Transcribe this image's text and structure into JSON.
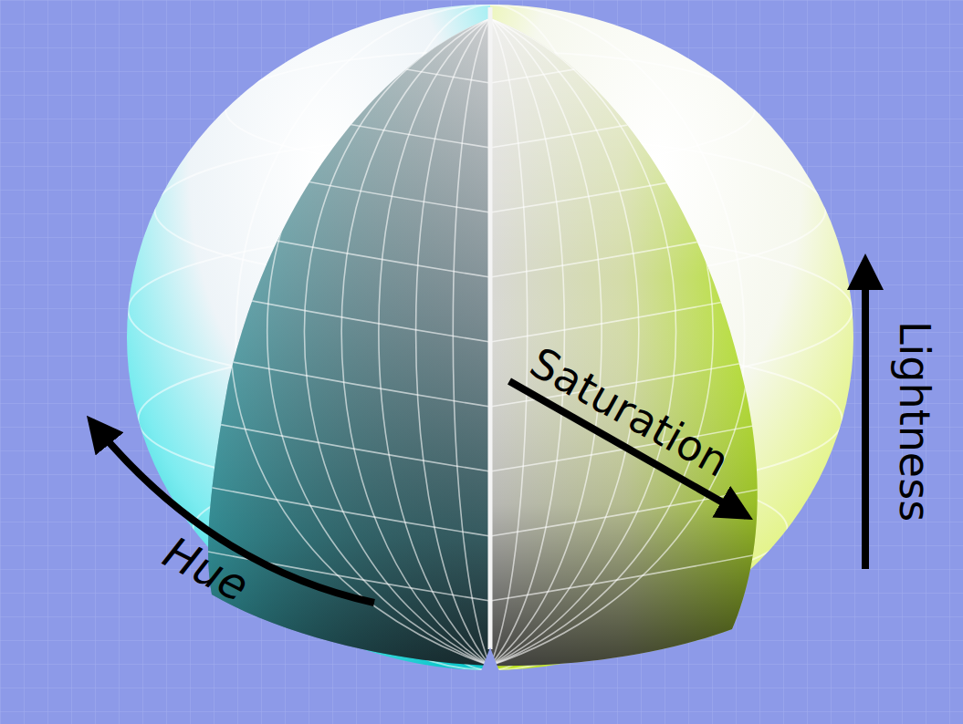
{
  "diagram": {
    "labels": [
      "Saturation",
      "Lightness",
      "Hue"
    ]
  }
}
